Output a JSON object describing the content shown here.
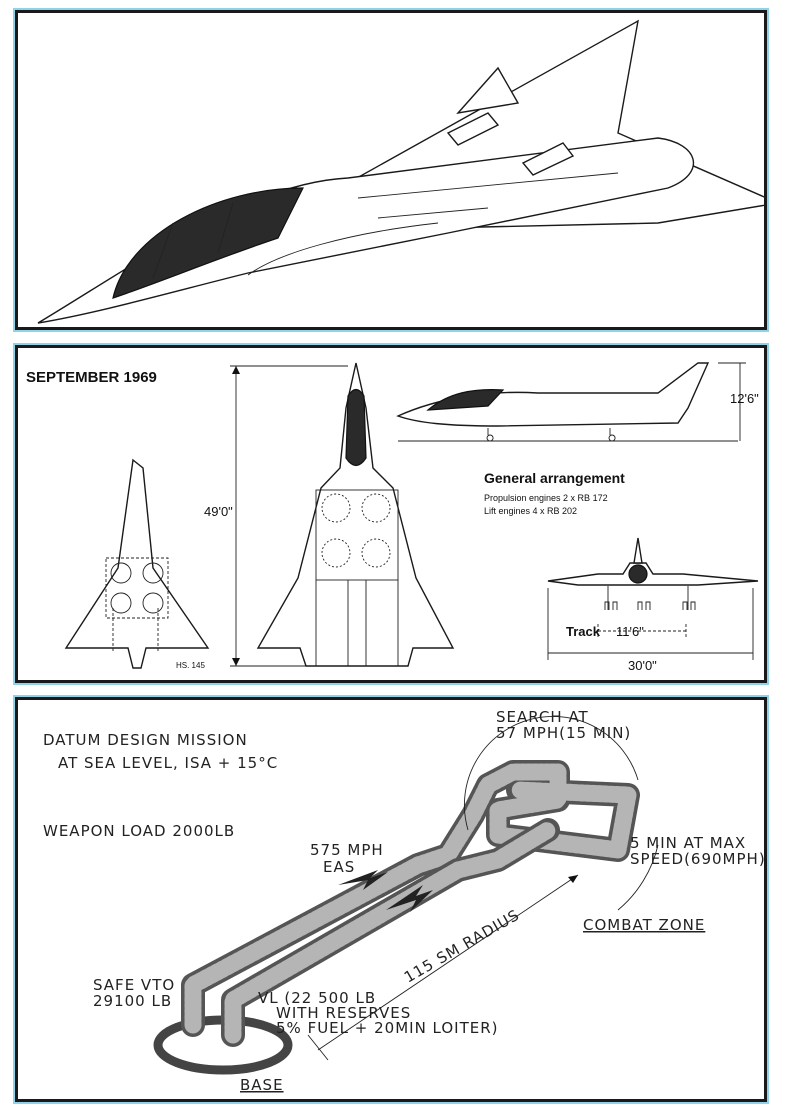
{
  "arrangement": {
    "date": "SEPTEMBER 1969",
    "title": "General arrangement",
    "propulsion": "Propulsion engines  2 x RB 172",
    "lift": "Lift engines  4 x RB 202",
    "length": "49'0\"",
    "height": "12'6\"",
    "track_label": "Track",
    "track": "11'6\"",
    "span": "30'0\"",
    "model": "HS. 145"
  },
  "mission": {
    "title_line1": "DATUM DESIGN MISSION",
    "title_line2": "AT SEA LEVEL, ISA + 15°C",
    "weapon_load": "WEAPON LOAD 2000LB",
    "search_line1": "SEARCH  AT",
    "search_line2": "57 MPH(15 MIN)",
    "speed_line1": "575 MPH",
    "speed_line2": "EAS",
    "max_line1": "5 MIN AT MAX",
    "max_line2": "SPEED(690MPH)",
    "radius": "115 SM RADIUS",
    "combat_zone": "COMBAT ZONE",
    "vto_line1": "SAFE VTO",
    "vto_line2": "29100 LB",
    "vl_line1": "VL (22 500 LB",
    "vl_line2": "WITH RESERVES",
    "vl_line3": "5% FUEL + 20MIN LOITER)",
    "base": "BASE"
  }
}
